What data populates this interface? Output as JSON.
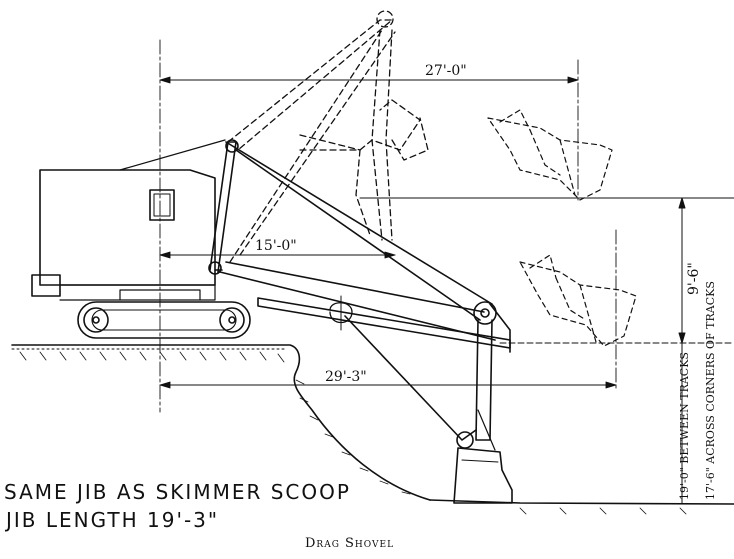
{
  "figure": {
    "caption": "Drag Shovel",
    "notes": [
      "SAME JIB AS SKIMMER SCOOP",
      "JIB LENGTH    19'-3\""
    ],
    "dimensions": {
      "top_reach": "27'-0\"",
      "mid_reach": "15'-0\"",
      "low_reach": "29'-3\"",
      "height": "9'-6\"",
      "between_tracks": "19'-0\" BETWEEN TRACKS",
      "across_corners": "17'-6\" ACROSS CORNERS OF TRACKS"
    }
  }
}
